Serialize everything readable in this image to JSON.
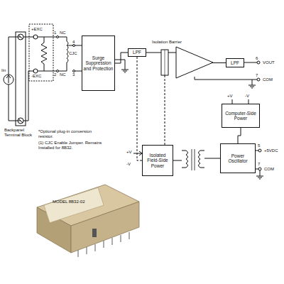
{
  "diagram": {
    "nodes": [
      {
        "text": [
          "Surge Suppression and Protection"
        ]
      },
      {
        "text": [
          "LPF"
        ]
      },
      {
        "text": [
          "LPF"
        ]
      },
      {
        "text": [
          "Computer-Side Power"
        ]
      },
      {
        "text": [
          "Isolated Field-Side Power"
        ]
      },
      {
        "text": [
          "Power Oscillator"
        ]
      }
    ],
    "edges": [
      {
        "from": 0,
        "to": 1,
        "arrow": "none"
      },
      {
        "from": 1,
        "to": 2,
        "arrow": "none"
      },
      {
        "from": 3,
        "to": 5,
        "arrow": "none"
      },
      {
        "from": 5,
        "to": 4,
        "arrow": "none"
      }
    ],
    "labels": [
      "+EXC",
      "1",
      "NC",
      "CJC",
      "4",
      "3",
      "NC",
      "2",
      "-EXC",
      "Isolation Barrier",
      "6",
      "VOUT",
      "7",
      "COM",
      "Iin",
      "Backpanel Terminal Block",
      "*Optional plug-in conversion resistor.",
      "(1) CJC Enable Jumper. Remains Installed for 8B32.",
      "+V",
      "-V",
      "+V",
      "-V",
      "5",
      "+5VDC",
      "7",
      "COM",
      "MODEL 8B32-02"
    ]
  }
}
